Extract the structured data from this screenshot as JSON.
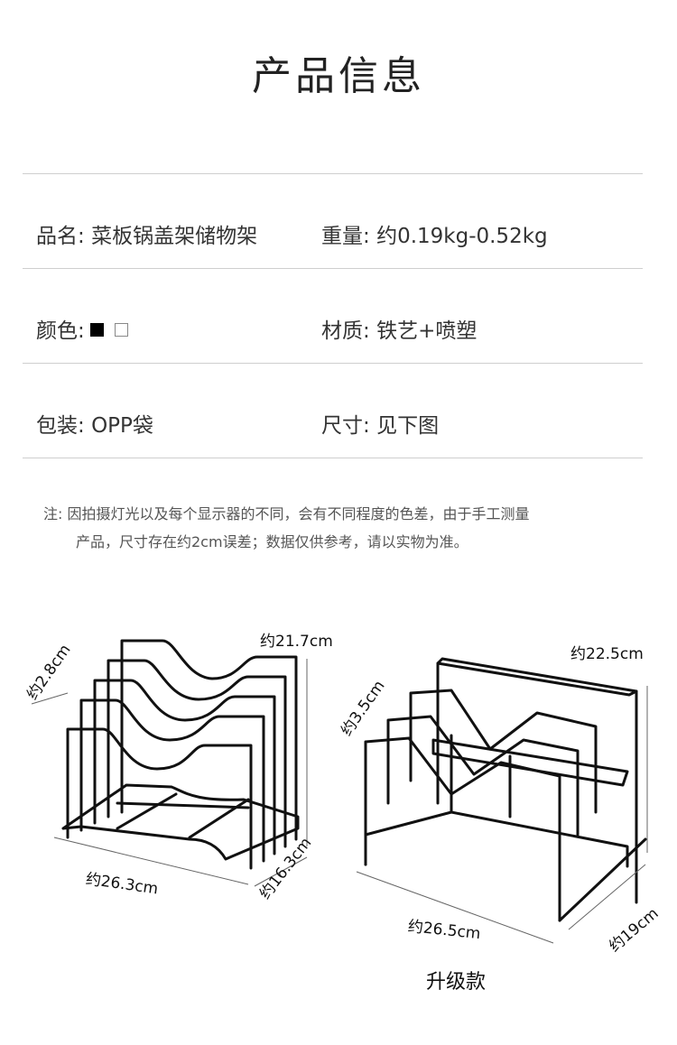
{
  "title": "产品信息",
  "specs": {
    "name_label": "品名:",
    "name_value": "菜板锅盖架储物架",
    "weight_label": "重量:",
    "weight_value": "约0.19kg-0.52kg",
    "color_label": "颜色:",
    "color_swatches": [
      "#000000",
      "#ffffff"
    ],
    "material_label": "材质:",
    "material_value": "铁艺+喷塑",
    "package_label": "包装:",
    "package_value": "OPP袋",
    "size_label": "尺寸:",
    "size_value": "见下图"
  },
  "note": {
    "line1": "注:  因拍摄灯光以及每个显示器的不同，会有不同程度的色差，由于手工测量",
    "line2": "产品，尺寸存在约2cm误差；数据仅供参考，请以实物为准。"
  },
  "product_left": {
    "height": "约21.7cm",
    "gap": "约2.8cm",
    "length": "约26.3cm",
    "width": "约16.3cm"
  },
  "product_right": {
    "height": "约22.5cm",
    "gap": "约3.5cm",
    "length": "约26.5cm",
    "width": "约19cm",
    "caption": "升级款"
  }
}
